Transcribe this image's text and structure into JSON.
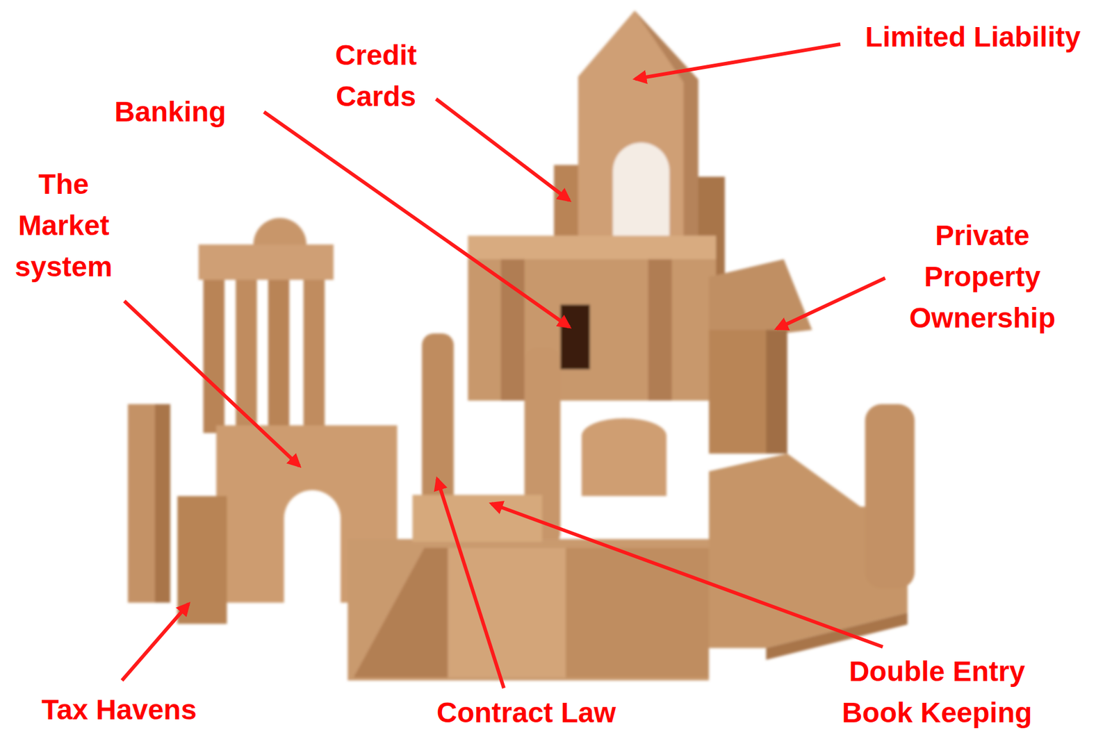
{
  "diagram": {
    "labels": [
      "Limited Liability",
      "Credit Cards",
      "Banking",
      "The Market system",
      "Private Property Ownership",
      "Double Entry Book Keeping",
      "Contract Law",
      "Tax Havens"
    ]
  }
}
